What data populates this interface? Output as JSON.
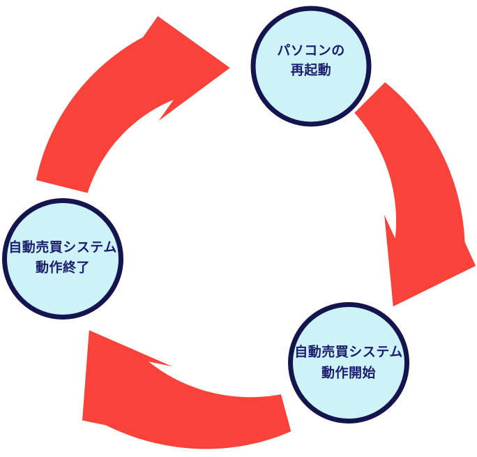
{
  "diagram": {
    "type": "cycle",
    "direction": "clockwise",
    "colors": {
      "background": "#ffffff",
      "arrow": "#f9423a",
      "node_fill": "#cdf3f9",
      "node_border": "#14144e",
      "node_text": "#1c1c6e"
    },
    "nodes": [
      {
        "id": "pc-restart",
        "lines": [
          "パソコンの",
          "再起動"
        ]
      },
      {
        "id": "system-start",
        "lines": [
          "自動売買システム",
          "動作開始"
        ]
      },
      {
        "id": "system-stop",
        "lines": [
          "自動売買システム",
          "動作終了"
        ]
      }
    ],
    "arrows": [
      {
        "id": "arrow-restart-to-start",
        "from": "pc-restart",
        "to": "system-start"
      },
      {
        "id": "arrow-start-to-stop",
        "from": "system-start",
        "to": "system-stop"
      },
      {
        "id": "arrow-stop-to-restart",
        "from": "system-stop",
        "to": "pc-restart"
      }
    ]
  }
}
